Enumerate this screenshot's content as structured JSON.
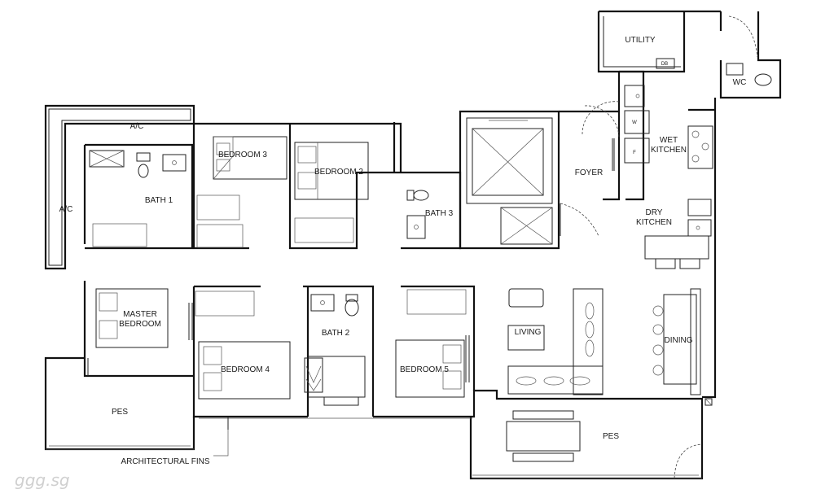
{
  "rooms": {
    "utility": "UTILITY",
    "db": "DB",
    "wc": "WC",
    "ac_top": "A/C",
    "ac_left": "A/C",
    "bedroom3": "BEDROOM 3",
    "bedroom2": "BEDROOM 2",
    "bath1": "BATH 1",
    "bath3": "BATH 3",
    "foyer": "FOYER",
    "wet_kitchen_1": "WET",
    "wet_kitchen_2": "KITCHEN",
    "dry_kitchen_1": "DRY",
    "dry_kitchen_2": "KITCHEN",
    "w": "W",
    "f": "F",
    "master_1": "MASTER",
    "master_2": "BEDROOM",
    "bath2": "BATH 2",
    "bedroom4": "BEDROOM 4",
    "bedroom5": "BEDROOM 5",
    "living": "LIVING",
    "dining": "DINING",
    "pes_left": "PES",
    "pes_right": "PES"
  },
  "annotations": {
    "fins": "ARCHITECTURAL FINS"
  },
  "watermark": "ggg.sg"
}
